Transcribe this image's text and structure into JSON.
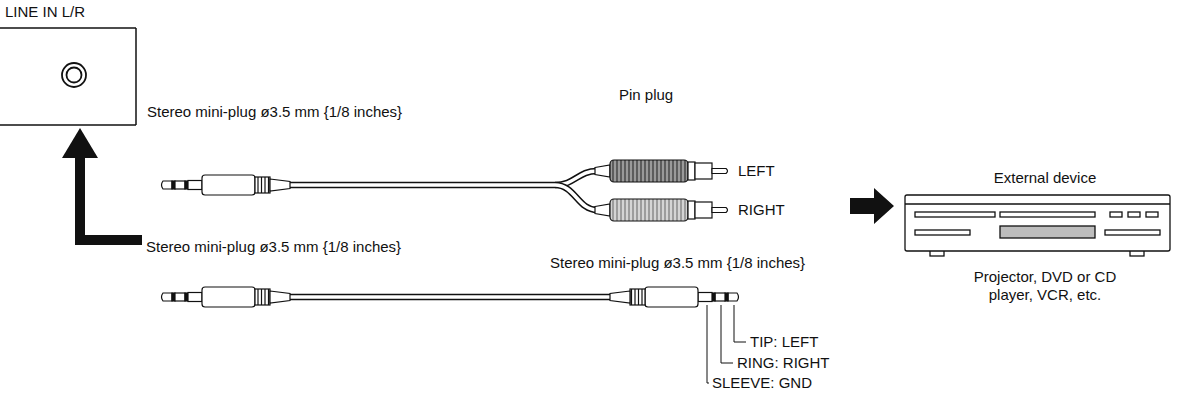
{
  "diagram": {
    "nodes": [
      {
        "text": [
          "LINE IN L/R"
        ]
      },
      {
        "text": [
          "External device",
          "Projector, DVD or CD player, VCR, etc."
        ]
      }
    ],
    "labels": [
      "Stereo mini-plug ø3.5 mm {1/8 inches}",
      "Pin plug",
      "LEFT",
      "RIGHT",
      "Stereo mini-plug ø3.5 mm {1/8 inches}",
      "Stereo mini-plug ø3.5 mm {1/8 inches}",
      "TIP: LEFT",
      "RING: RIGHT",
      "SLEEVE: GND"
    ]
  }
}
